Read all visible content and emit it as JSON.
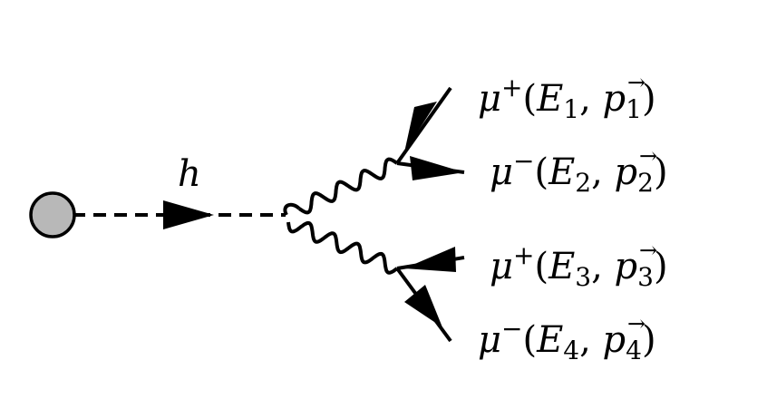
{
  "diagram": {
    "propagator": {
      "label": "h"
    },
    "final_states": [
      {
        "particle": "μ",
        "charge": "+",
        "energy": "E",
        "index": "1",
        "momentum": "p"
      },
      {
        "particle": "μ",
        "charge": "−",
        "energy": "E",
        "index": "2",
        "momentum": "p"
      },
      {
        "particle": "μ",
        "charge": "+",
        "energy": "E",
        "index": "3",
        "momentum": "p"
      },
      {
        "particle": "μ",
        "charge": "−",
        "energy": "E",
        "index": "4",
        "momentum": "p"
      }
    ],
    "colors": {
      "blob_fill": "#b8b8b8",
      "line": "#000000",
      "background": "#ffffff"
    }
  }
}
